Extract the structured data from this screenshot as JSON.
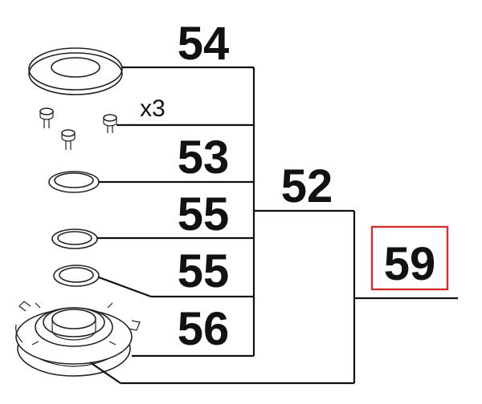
{
  "diagram": {
    "labels": {
      "part_54": "54",
      "quantity_x3": "x3",
      "part_53": "53",
      "part_55_upper": "55",
      "part_55_lower": "55",
      "part_56": "56",
      "assembly_52": "52",
      "assembly_59": "59"
    },
    "highlight_color": "#d32f2f",
    "line_color": "#111111"
  }
}
